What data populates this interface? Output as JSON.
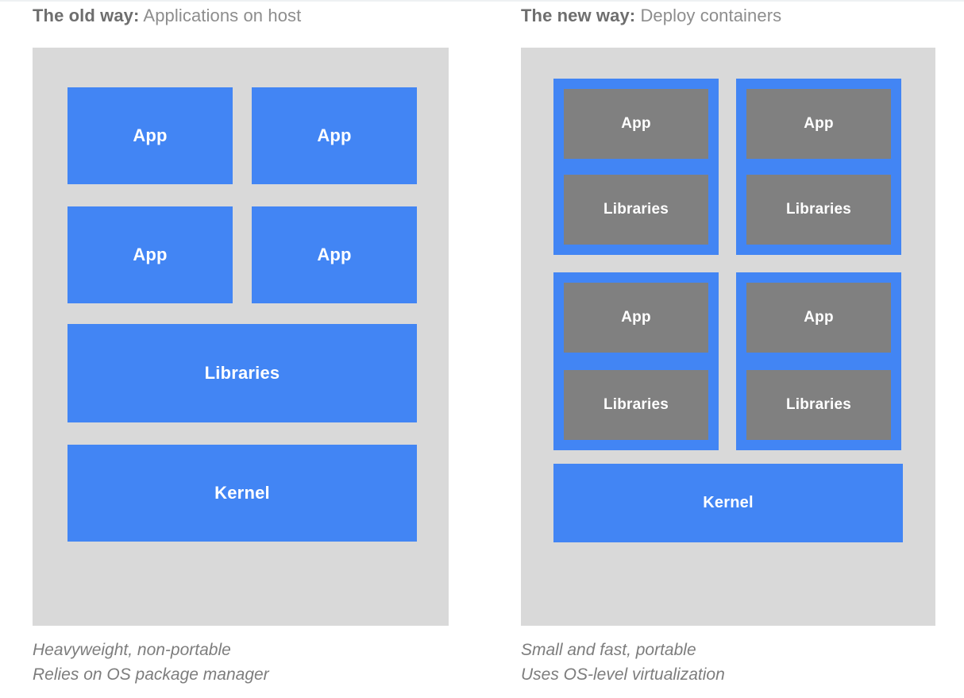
{
  "slide": {
    "background_color": "#ffffff",
    "panel_color": "#d9d9d9",
    "accent_blue": "#4285f4",
    "container_inner_gray": "#808080"
  },
  "left": {
    "heading": {
      "strong": "The old way:",
      "regular": " Applications on host"
    },
    "boxes": [
      {
        "label": "App"
      },
      {
        "label": "App"
      },
      {
        "label": "App"
      },
      {
        "label": "App"
      },
      {
        "label": "Libraries"
      },
      {
        "label": "Kernel"
      }
    ],
    "caption": "Heavyweight, non-portable\nRelies on OS package manager"
  },
  "right": {
    "heading": {
      "strong": "The new way:",
      "regular": " Deploy containers"
    },
    "containers": [
      {
        "app": "App",
        "libraries": "Libraries"
      },
      {
        "app": "App",
        "libraries": "Libraries"
      },
      {
        "app": "App",
        "libraries": "Libraries"
      },
      {
        "app": "App",
        "libraries": "Libraries"
      }
    ],
    "kernel": "Kernel",
    "caption": "Small and fast, portable\nUses OS-level virtualization"
  }
}
